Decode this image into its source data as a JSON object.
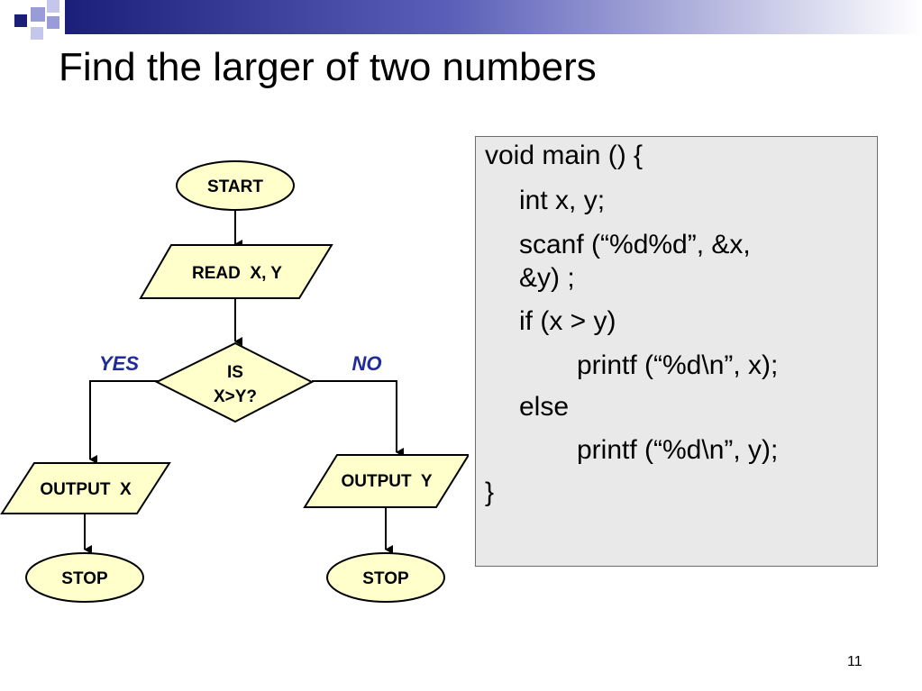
{
  "slide": {
    "title": "Find the larger of two numbers",
    "page_number": "11"
  },
  "flowchart": {
    "start": "START",
    "read": "READ  X, Y",
    "decision_line1": "IS",
    "decision_line2": "X>Y?",
    "yes_label": "YES",
    "no_label": "NO",
    "output_x": "OUTPUT  X",
    "output_y": "OUTPUT  Y",
    "stop_left": "STOP",
    "stop_right": "STOP"
  },
  "code": {
    "line1": "void main () {",
    "line2": "int x, y;",
    "line3": "scanf (“%d%d”, &x,",
    "line4": "&y) ;",
    "line5": "if (x > y)",
    "line6": "printf (“%d\\n”, x);",
    "line7": "else",
    "line8": "printf (“%d\\n”, y);",
    "line9": "}"
  },
  "colors": {
    "header_dark": "#1c1f7a",
    "header_light": "#9a9cd8",
    "shape_fill": "#ffffcc",
    "branch_label": "#1f2a9e",
    "code_bg": "#e9e9e9"
  }
}
